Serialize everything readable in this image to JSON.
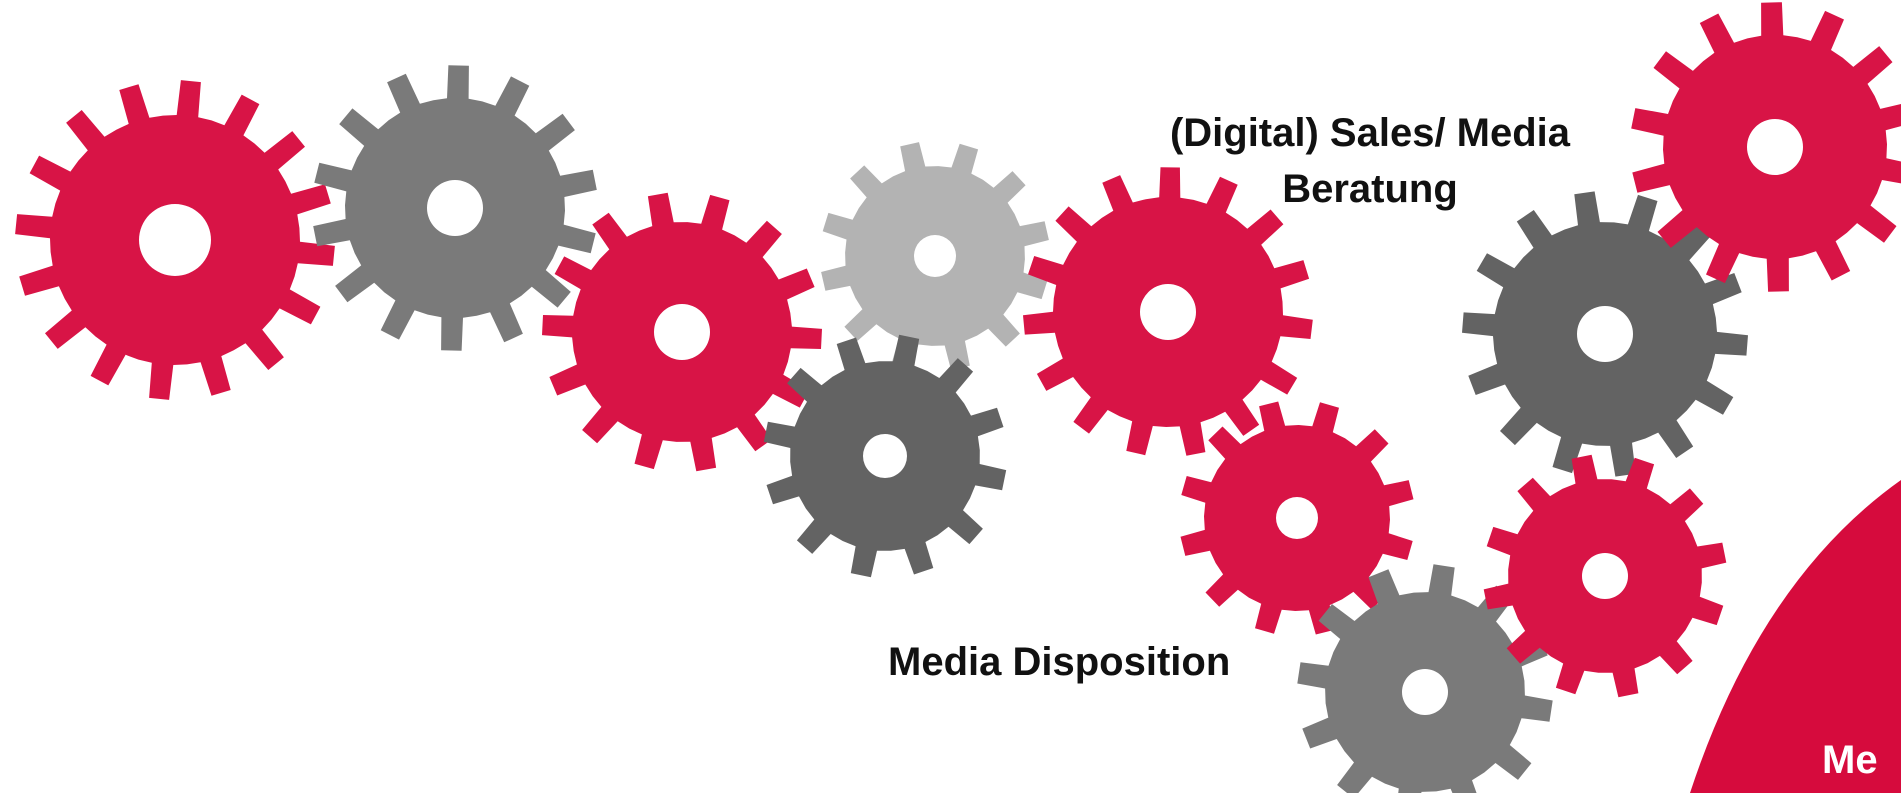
{
  "labels": {
    "sales_line1": "(Digital) Sales/ Media",
    "sales_line2": "Beratung",
    "disposition": "Media Disposition",
    "corner_partial": "Me"
  },
  "colors": {
    "red": "#d81446",
    "gray_dark": "#636363",
    "gray_mid": "#7a7a7a",
    "gray_light": "#b3b3b3",
    "corner_red": "#d60b3d",
    "text": "#111111",
    "background": "#ffffff"
  },
  "icons": [
    "gear-icon"
  ]
}
